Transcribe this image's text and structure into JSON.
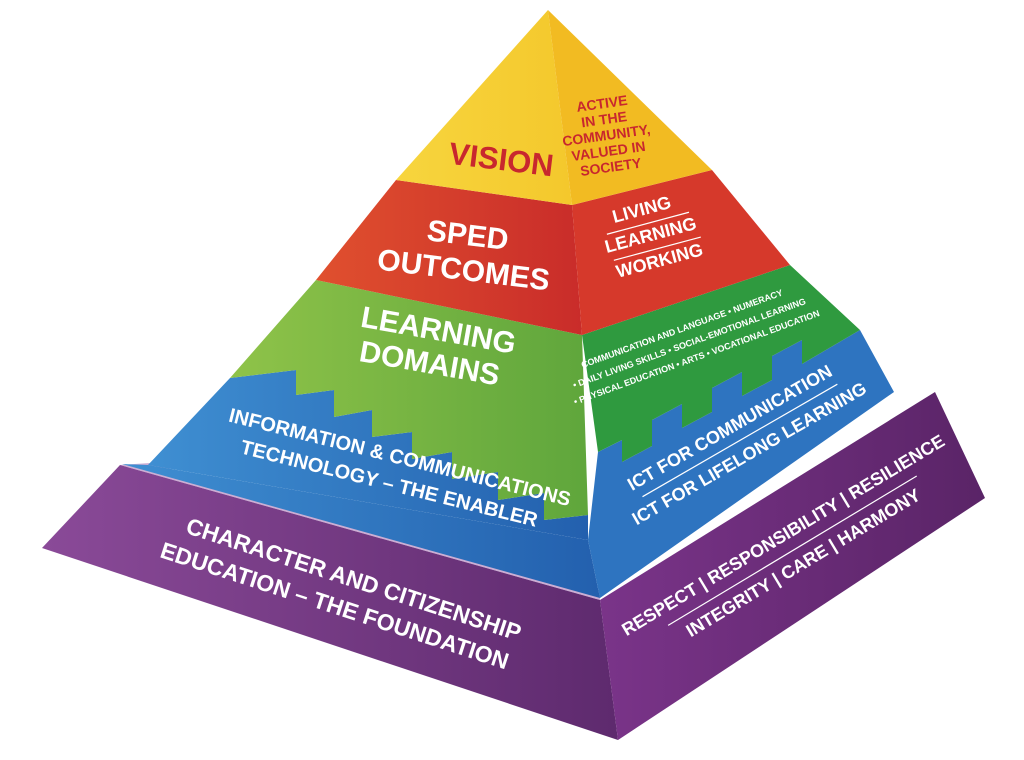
{
  "colors": {
    "vision_front": "#f6d23a",
    "vision_side": "#f2bb22",
    "vision_text": "#c8272e",
    "outcomes_front": "#d93a2b",
    "outcomes_side": "#d6392b",
    "domains_front": "#7cb843",
    "domains_side": "#2f9a3f",
    "ict_front": "#2f7dc4",
    "ict_side": "#2e74c0",
    "base_front": "#7d3b8c",
    "base_side": "#6f2e7e",
    "text_light": "#ffffff"
  },
  "layers": {
    "vision": {
      "front_label": "VISION",
      "side_lines": [
        "ACTIVE",
        "IN THE",
        "COMMUNITY,",
        "VALUED IN",
        "SOCIETY"
      ]
    },
    "outcomes": {
      "front_lines": [
        "SPED",
        "OUTCOMES"
      ],
      "side_lines": [
        "LIVING",
        "LEARNING",
        "WORKING"
      ]
    },
    "domains": {
      "front_lines": [
        "LEARNING",
        "DOMAINS"
      ],
      "side_lines": [
        "COMMUNICATION AND LANGUAGE • NUMERACY",
        "• DAILY LIVING SKILLS • SOCIAL-EMOTIONAL LEARNING",
        "• PHYSICAL EDUCATION • ARTS • VOCATIONAL EDUCATION"
      ]
    },
    "ict": {
      "front_lines": [
        "INFORMATION & COMMUNICATIONS",
        "TECHNOLOGY – THE ENABLER"
      ],
      "side_lines": [
        "ICT FOR COMMUNICATION",
        "ICT FOR LIFELONG LEARNING"
      ]
    },
    "base": {
      "front_lines": [
        "CHARACTER AND CITIZENSHIP",
        "EDUCATION – THE FOUNDATION"
      ],
      "side_lines": [
        "RESPECT | RESPONSIBILITY | RESILIENCE",
        "INTEGRITY | CARE | HARMONY"
      ]
    }
  }
}
